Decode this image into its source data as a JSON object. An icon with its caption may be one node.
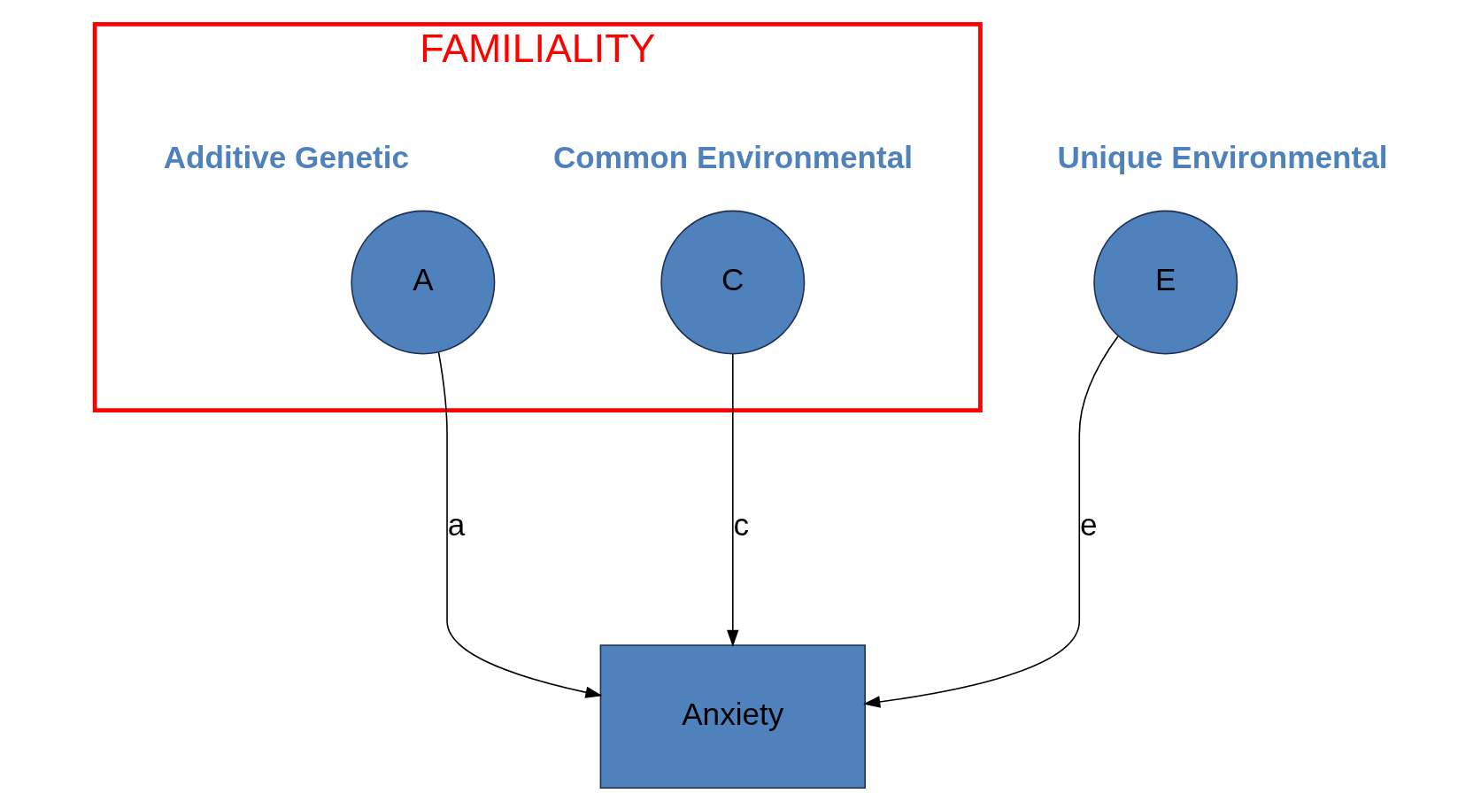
{
  "diagram": {
    "nodes": [
      {
        "text": [
          "FAMILIALITY"
        ]
      },
      {
        "text": [
          "A"
        ],
        "in": 0,
        "beside": [
          "Additive Genetic"
        ]
      },
      {
        "text": [
          "C"
        ],
        "in": 0,
        "beside": [
          "Common Environmental"
        ]
      },
      {
        "text": [
          "E"
        ],
        "beside": [
          "Unique Environmental"
        ]
      },
      {
        "text": [
          "Anxiety"
        ]
      }
    ],
    "edges": [
      {
        "from": 1,
        "to": 4,
        "arrow": "to",
        "label": "a"
      },
      {
        "from": 2,
        "to": 4,
        "arrow": "to",
        "label": "c"
      },
      {
        "from": 3,
        "to": 4,
        "arrow": "to",
        "label": "e"
      }
    ]
  }
}
